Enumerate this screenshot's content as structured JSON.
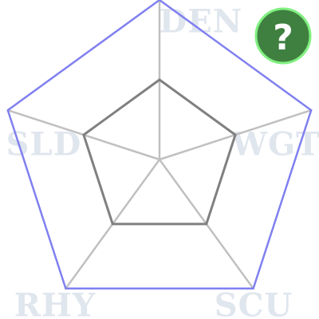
{
  "radar": {
    "axes": [
      "DEN",
      "WGT",
      "SCU",
      "RHY",
      "SLD"
    ],
    "outer_value": 1.0,
    "inner_value": 0.5
  },
  "help_button": {
    "glyph": "?",
    "icon": "question-mark-icon"
  },
  "colors": {
    "outline": "#8080f0",
    "spoke": "#c0c0c0",
    "inner": "#808080",
    "label": "#e0e6ee",
    "help_fill": "#3f8040",
    "help_ring": "#80f080",
    "help_glyph": "#ffffff"
  }
}
